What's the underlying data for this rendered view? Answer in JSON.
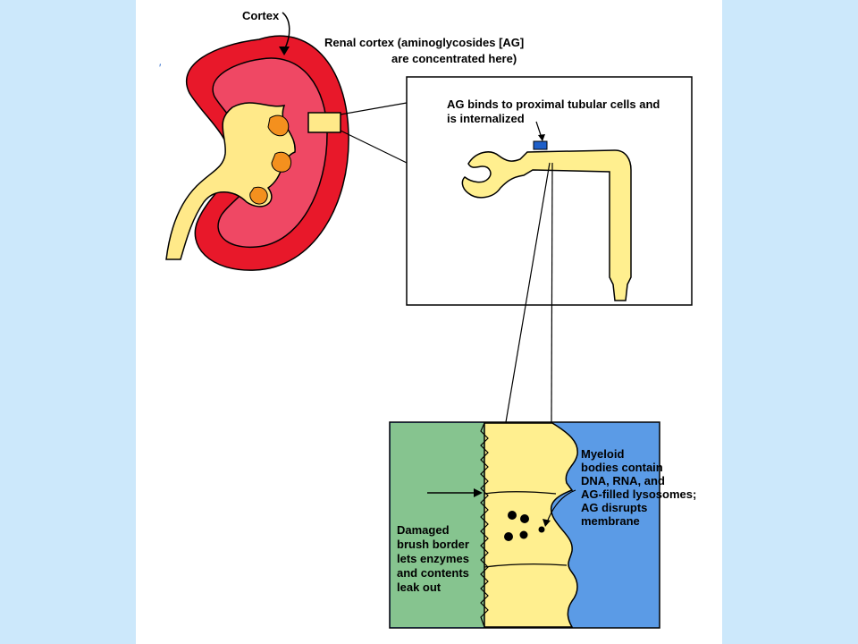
{
  "labels": {
    "cortex": "Cortex",
    "renal_cortex": [
      "Renal cortex (aminoglycosides [AG]",
      "are concentrated here)"
    ],
    "binds": [
      "AG binds to proximal tubular cells and",
      "is internalized"
    ],
    "myeloid": [
      "Myeloid",
      "bodies contain",
      "DNA, RNA, and",
      "AG-filled lysosomes;",
      "AG disrupts",
      "membrane"
    ],
    "damaged": [
      "Damaged",
      "brush border",
      "lets enzymes",
      "and contents",
      "leak out"
    ]
  },
  "colors": {
    "background": "#cce8fb",
    "cortex_red": "#e8182a",
    "inner_pink": "#ef4864",
    "pelvis_yellow": "#ffe989",
    "papilla_orange": "#f4901e",
    "tubule_yellow": "#ffef8f",
    "cell_green": "#86c48f",
    "cell_blue": "#5b9be6",
    "ag_blue": "#1f5fc8"
  }
}
